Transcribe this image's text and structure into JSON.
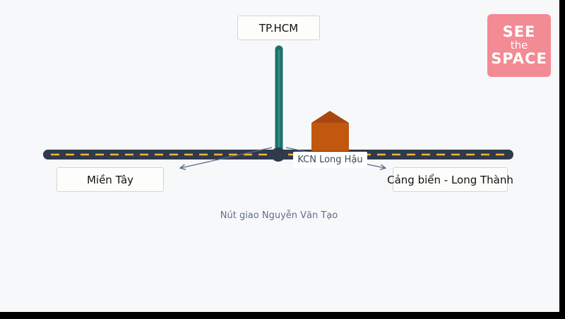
{
  "nodes": {
    "north": "TP.HCM",
    "west": "Miền Tây",
    "east": "Cảng biển - Long Thành",
    "industrial_zone": "KCN Long Hậu"
  },
  "caption": "Nút giao Nguyễn Văn Tạo",
  "logo": {
    "line1": "SEE",
    "line2": "the",
    "line3": "SPACE"
  },
  "colors": {
    "road": "#2f3a4d",
    "road_center_line": "#f2b43a",
    "north_road": "#1f6f6a",
    "house": "#c2570f",
    "house_roof": "#a94712",
    "arrow": "#5a6c86",
    "logo_bg": "#f28b94"
  }
}
